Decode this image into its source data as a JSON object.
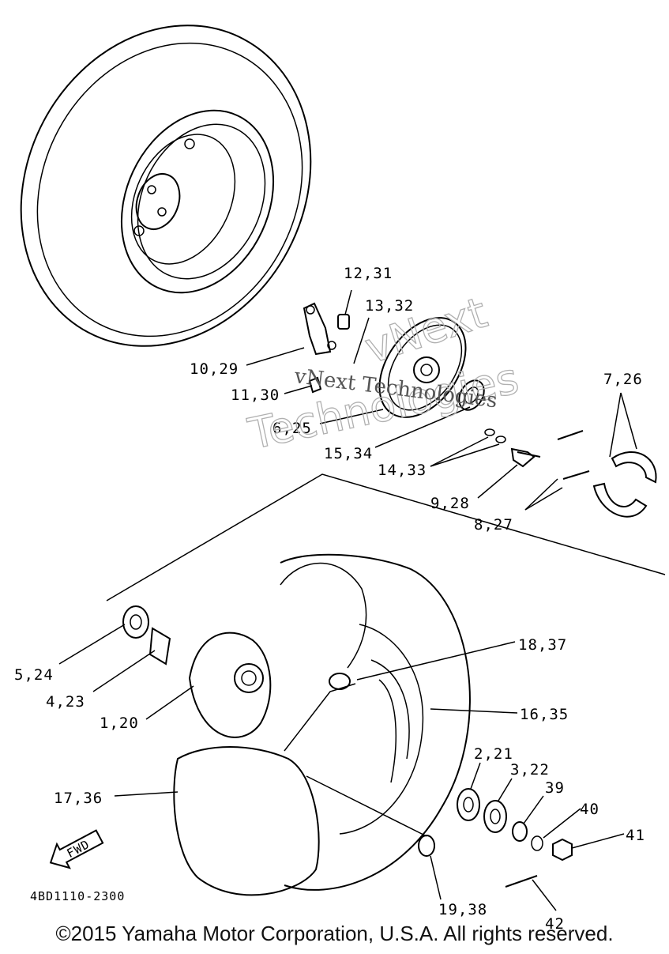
{
  "callouts": {
    "c12_31": "12,31",
    "c13_32": "13,32",
    "c10_29": "10,29",
    "c11_30": "11,30",
    "c6_25": "6,25",
    "c15_34": "15,34",
    "c14_33": "14,33",
    "c7_26": "7,26",
    "c9_28": "9,28",
    "c8_27": "8,27",
    "c5_24": "5,24",
    "c4_23": "4,23",
    "c1_20": "1,20",
    "c18_37": "18,37",
    "c16_35": "16,35",
    "c2_21": "2,21",
    "c3_22": "3,22",
    "c39": "39",
    "c40": "40",
    "c41": "41",
    "c17_36": "17,36",
    "c19_38": "19,38",
    "c42": "42"
  },
  "fwd_label": "FWD",
  "drawing_number": "4BD1110-2300",
  "watermark_line1": "vNext Technologies",
  "watermark_line2": "Technologies",
  "watermark_top": "vNext",
  "copyright": "©2015 Yamaha Motor Corporation, U.S.A. All rights reserved."
}
